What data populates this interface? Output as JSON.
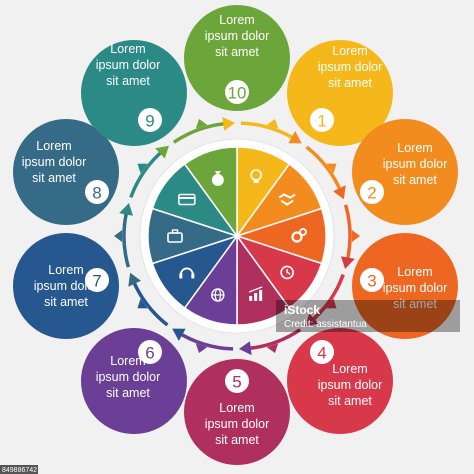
{
  "nodes": [
    {
      "number": "1",
      "lines": [
        "Lorem",
        "ipsum dolor",
        "sit amet"
      ],
      "color": "#f4b81a",
      "icon": "lightbulb-icon"
    },
    {
      "number": "2",
      "lines": [
        "Lorem",
        "ipsum dolor",
        "sit amet"
      ],
      "color": "#f28c1e",
      "icon": "handshake-icon"
    },
    {
      "number": "3",
      "lines": [
        "Lorem",
        "ipsum dolor",
        "sit amet"
      ],
      "color": "#ee6722",
      "icon": "gears-icon"
    },
    {
      "number": "4",
      "lines": [
        "Lorem",
        "ipsum dolor",
        "sit amet"
      ],
      "color": "#d7394b",
      "icon": "clock-icon"
    },
    {
      "number": "5",
      "lines": [
        "Lorem",
        "ipsum dolor",
        "sit amet"
      ],
      "color": "#b0305d",
      "icon": "growth-chart-icon"
    },
    {
      "number": "6",
      "lines": [
        "Lorem",
        "ipsum dolor",
        "sit amet"
      ],
      "color": "#6a3f95",
      "icon": "globe-icon"
    },
    {
      "number": "7",
      "lines": [
        "Lorem",
        "ipsum dolor",
        "sit amet"
      ],
      "color": "#26578f",
      "icon": "headset-icon"
    },
    {
      "number": "8",
      "lines": [
        "Lorem",
        "ipsum dolor",
        "sit amet"
      ],
      "color": "#356b86",
      "icon": "briefcase-icon"
    },
    {
      "number": "9",
      "lines": [
        "Lorem",
        "ipsum dolor",
        "sit amet"
      ],
      "color": "#2b8a86",
      "icon": "credit-card-icon"
    },
    {
      "number": "10",
      "lines": [
        "Lorem",
        "ipsum dolor",
        "sit amet"
      ],
      "color": "#6ca53a",
      "icon": "money-bag-icon"
    }
  ],
  "watermark": {
    "text": "iStock",
    "credit": "Credit: assistantua"
  },
  "image_id": "849886742"
}
